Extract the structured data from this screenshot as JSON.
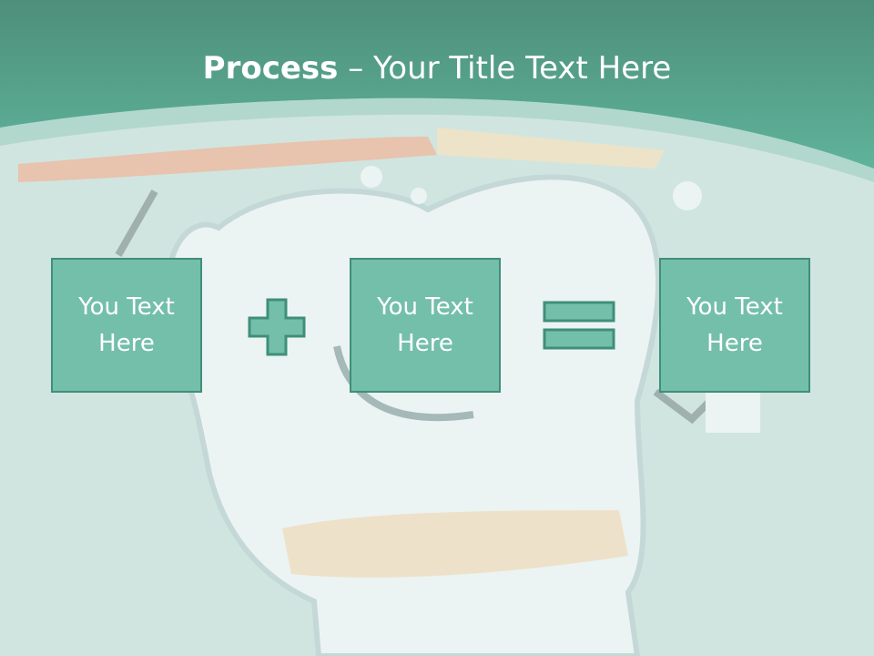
{
  "slide": {
    "title_bold": "Process",
    "title_dash": " – ",
    "title_rest": "Your Title Text Here"
  },
  "boxes": [
    {
      "text": "You Text Here"
    },
    {
      "text": "You Text Here"
    },
    {
      "text": "You Text Here"
    }
  ],
  "operators": [
    "plus-icon",
    "equals-icon"
  ],
  "colors": {
    "header_green": "#4a9a86",
    "box_fill": "#74bfa9",
    "box_border": "#3f8f79",
    "background": "#cfe4df"
  }
}
